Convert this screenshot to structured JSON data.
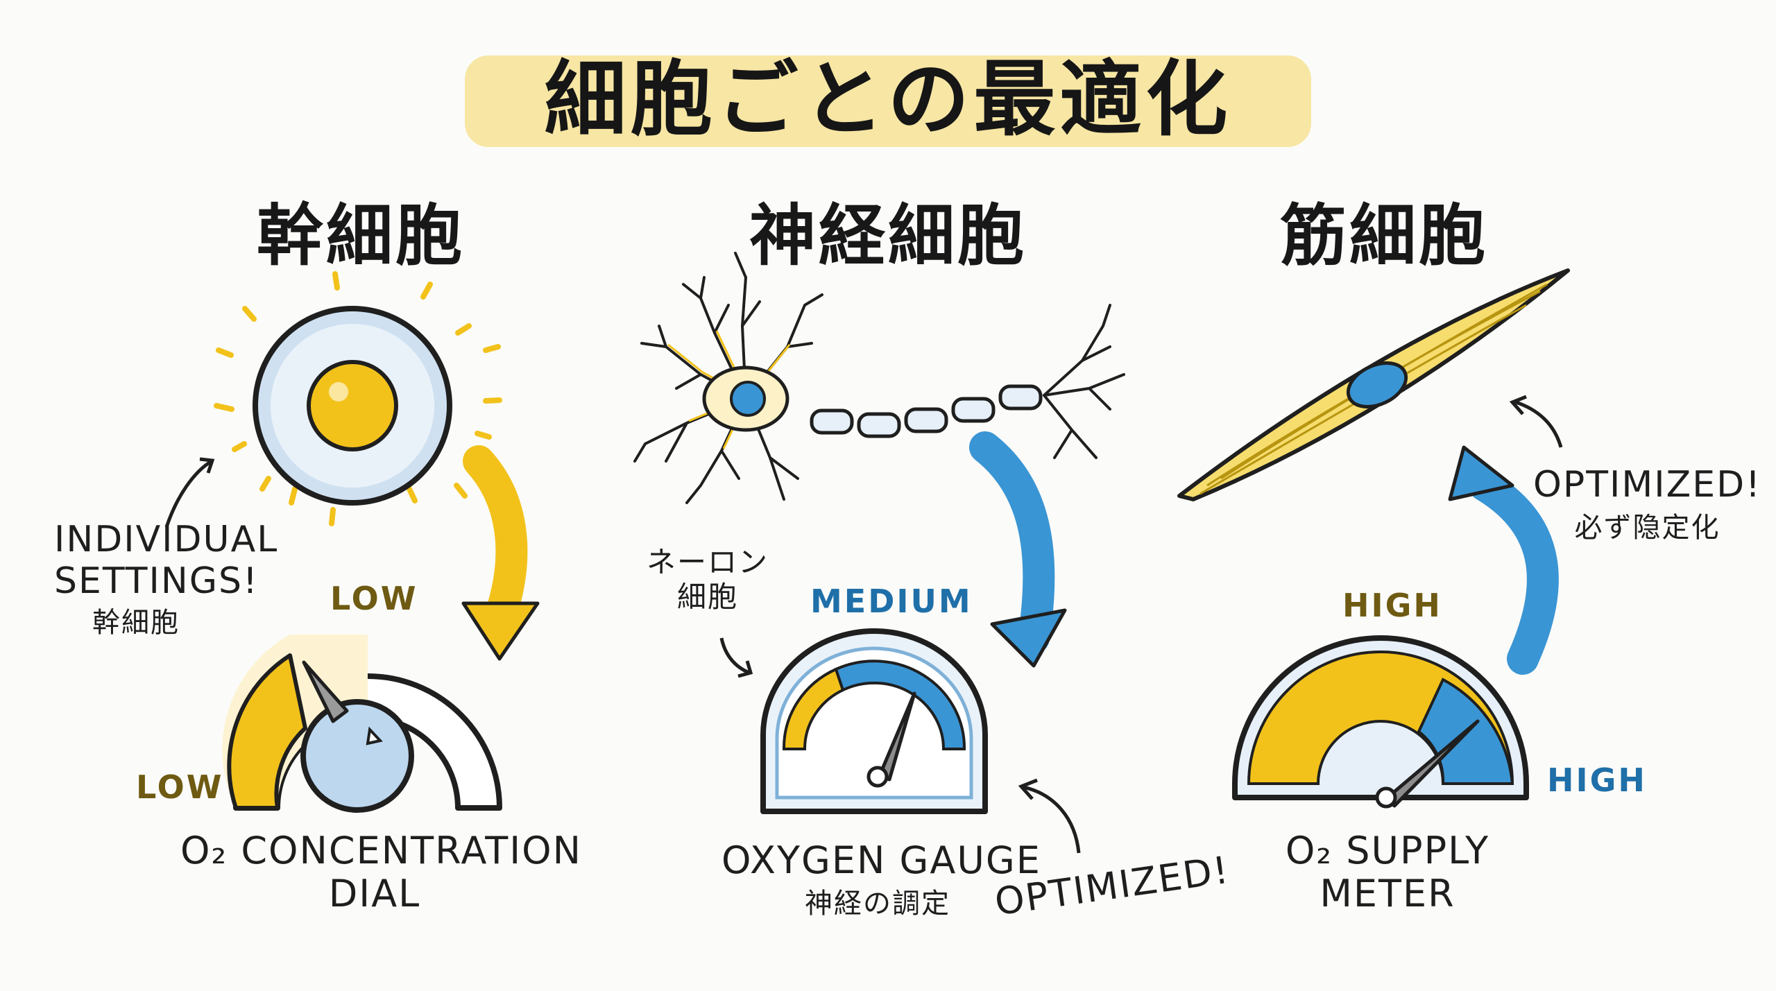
{
  "title": "細胞ごとの最適化",
  "columns": {
    "stem": {
      "heading": "幹細胞",
      "note_line1": "INDIVIDUAL",
      "note_line2": "SETTINGS!",
      "note_jp": "幹細胞",
      "level_top": "LOW",
      "level_side": "LOW",
      "caption_line1": "O₂ CONCENTRATION",
      "caption_line2": "DIAL"
    },
    "nerve": {
      "heading": "神経細胞",
      "note_line1": "ネーロン",
      "note_line2": "細胞",
      "level_top": "MEDIUM",
      "caption_line1": "OXYGEN GAUGE",
      "caption_jp": "神経の調定",
      "optimized": "OPTIMIZED!"
    },
    "muscle": {
      "heading": "筋細胞",
      "optimized": "OPTIMIZED!",
      "optimized_jp": "必ず隐定化",
      "level_top": "HIGH",
      "level_side": "HIGH",
      "caption_line1": "O₂ SUPPLY",
      "caption_line2": "METER"
    }
  },
  "colors": {
    "yellow": "#f2c21b",
    "blue": "#3a95d4",
    "light_blue": "#c8def0",
    "outline": "#1f1f1f"
  }
}
